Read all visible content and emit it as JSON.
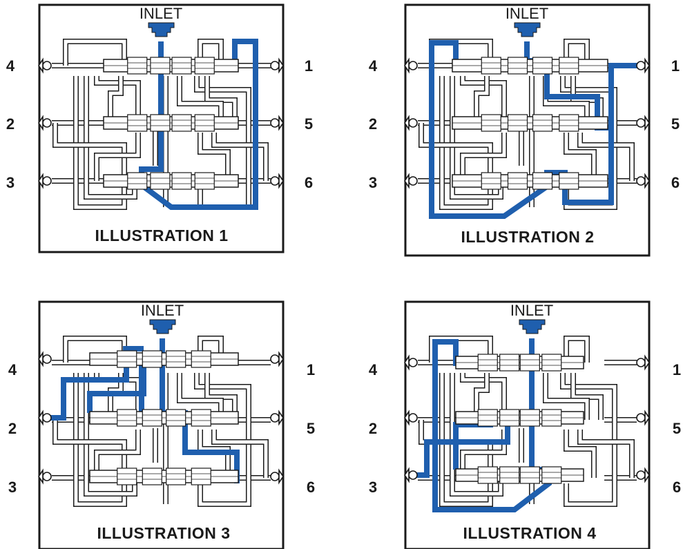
{
  "colors": {
    "flow": "#1f5fae",
    "line": "#1a1a1a",
    "background": "#ffffff"
  },
  "panels": [
    {
      "inlet_label": "INLET",
      "caption": "ILLUSTRATION 1",
      "ports": {
        "left": [
          "4",
          "2",
          "3"
        ],
        "right": [
          "1",
          "5",
          "6"
        ]
      },
      "active_outlet": "6"
    },
    {
      "inlet_label": "INLET",
      "caption": "ILLUSTRATION 2",
      "ports": {
        "left": [
          "4",
          "2",
          "3"
        ],
        "right": [
          "1",
          "5",
          "6"
        ]
      },
      "active_outlet": "1"
    },
    {
      "inlet_label": "INLET",
      "caption": "ILLUSTRATION 3",
      "ports": {
        "left": [
          "4",
          "2",
          "3"
        ],
        "right": [
          "1",
          "5",
          "6"
        ]
      },
      "active_outlet": "2"
    },
    {
      "inlet_label": "INLET",
      "caption": "ILLUSTRATION 4",
      "ports": {
        "left": [
          "4",
          "2",
          "3"
        ],
        "right": [
          "1",
          "5",
          "6"
        ]
      },
      "active_outlet": "3"
    }
  ]
}
